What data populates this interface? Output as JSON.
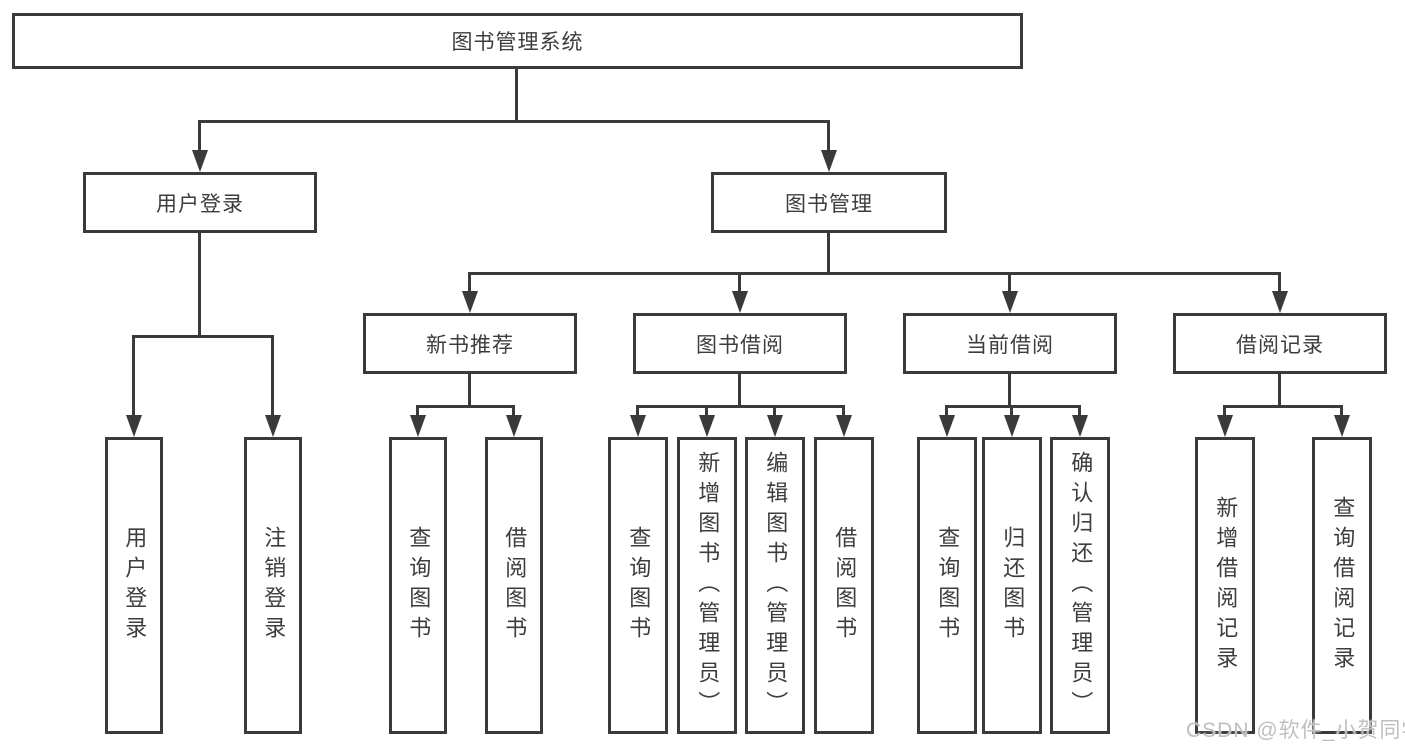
{
  "tree": {
    "root": {
      "label": "图书管理系统"
    },
    "branches": [
      {
        "label": "用户登录",
        "children": [
          {
            "label": "用户登录"
          },
          {
            "label": "注销登录"
          }
        ]
      },
      {
        "label": "图书管理",
        "children": [
          {
            "label": "新书推荐",
            "children": [
              {
                "label": "查询图书"
              },
              {
                "label": "借阅图书"
              }
            ]
          },
          {
            "label": "图书借阅",
            "children": [
              {
                "label": "查询图书"
              },
              {
                "label": "新增图书（管理员）"
              },
              {
                "label": "编辑图书（管理员）"
              },
              {
                "label": "借阅图书"
              }
            ]
          },
          {
            "label": "当前借阅",
            "children": [
              {
                "label": "查询图书"
              },
              {
                "label": "归还图书"
              },
              {
                "label": "确认归还（管理员）"
              }
            ]
          },
          {
            "label": "借阅记录",
            "children": [
              {
                "label": "新增借阅记录"
              },
              {
                "label": "查询借阅记录"
              }
            ]
          }
        ]
      }
    ]
  },
  "watermark": {
    "text": "CSDN @软件_小贺同学"
  },
  "colors": {
    "line": "#3a3a3a",
    "text": "#3d3d3d",
    "watermark": "#bfbfbf",
    "background": "#ffffff"
  }
}
